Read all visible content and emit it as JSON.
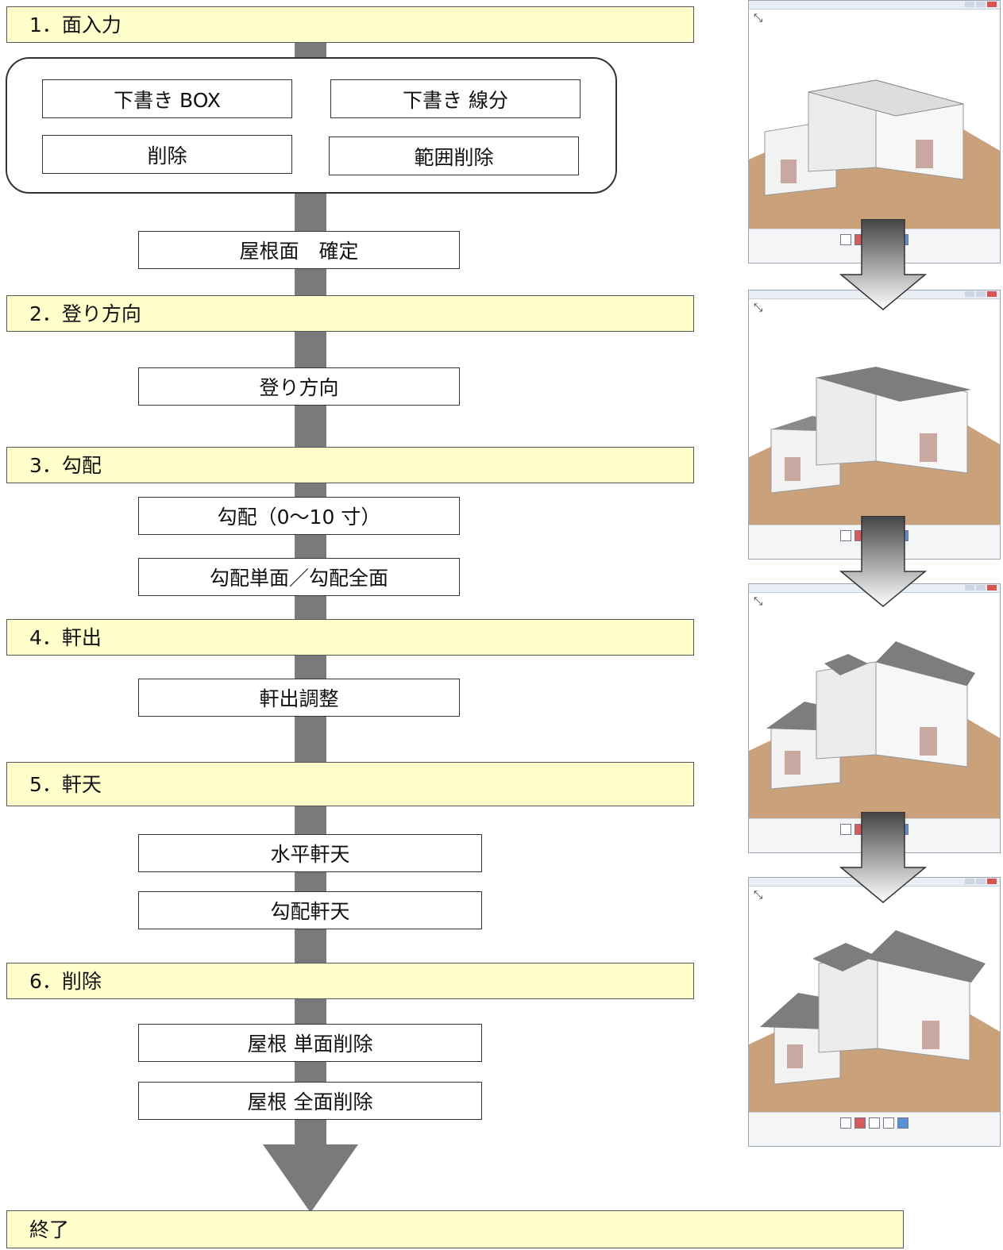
{
  "stages": {
    "s1": "1．面入力",
    "s2": "2．登り方向",
    "s3": "3．勾配",
    "s4": "4．軒出",
    "s5": "5．軒天",
    "s6": "6．削除",
    "end": "終了"
  },
  "group1": {
    "draft_box": "下書き BOX",
    "draft_line": "下書き 線分",
    "delete": "削除",
    "range_delete": "範囲削除"
  },
  "steps": {
    "roof_confirm": "屋根面　確定",
    "direction": "登り方向",
    "pitch": "勾配（0～10 寸）",
    "pitch_single_all": "勾配単面／勾配全面",
    "eave_adjust": "軒出調整",
    "soffit_horizontal": "水平軒天",
    "soffit_pitched": "勾配軒天",
    "roof_single_delete": "屋根 単面削除",
    "roof_all_delete": "屋根 全面削除"
  },
  "screenshots": [
    {
      "stage": "roof-outline"
    },
    {
      "stage": "flat-roof-faces"
    },
    {
      "stage": "pitched-roof"
    },
    {
      "stage": "roof-with-eaves"
    }
  ],
  "colors": {
    "stage_fill": "#ffffcc",
    "spine": "#7a7a7a",
    "ground": "#c9a17a",
    "roof": "#7d7d7d"
  }
}
